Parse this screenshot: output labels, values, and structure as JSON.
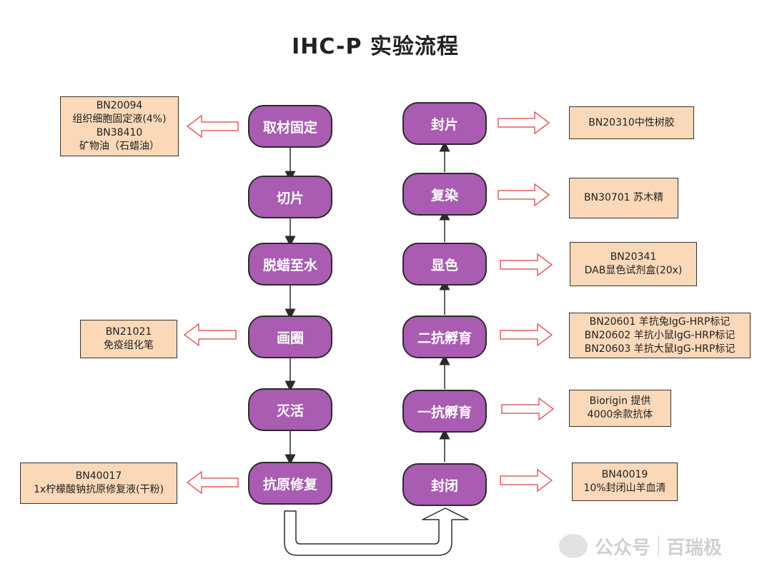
{
  "title": "IHC-P 实验流程",
  "left_steps": [
    "取材固定",
    "切片",
    "脱蜡至水",
    "画圈",
    "灭活",
    "抗原修复"
  ],
  "right_steps": [
    "封片",
    "复染",
    "显色",
    "二抗孵育",
    "一抗孵育",
    "封闭"
  ],
  "left_notes": {
    "fixation": [
      "BN20094",
      "组织细胞固定液(4%)",
      "BN38410",
      "矿物油（石蜡油）"
    ],
    "circle": [
      "BN21021",
      "免疫组化笔"
    ],
    "retrieval": [
      "BN40017",
      "1x柠檬酸钠抗原修复液(干粉)"
    ]
  },
  "right_notes": {
    "mount": [
      "BN20310中性树胶"
    ],
    "counterstain": [
      "BN30701 苏木精"
    ],
    "develop": [
      "BN20341",
      "DAB显色试剂盒(20x)"
    ],
    "secondary": [
      "BN20601 羊抗兔IgG-HRP标记",
      "BN20602 羊抗小鼠IgG-HRP标记",
      "BN20603 羊抗大鼠IgG-HRP标记"
    ],
    "primary": [
      "Biorigin 提供",
      "4000余款抗体"
    ],
    "block": [
      "BN40019",
      "10%封闭山羊血清"
    ]
  },
  "watermark": {
    "text1": "公众号",
    "text2": "百瑞极"
  },
  "colors": {
    "step_fill": "#a95cb2",
    "note_fill": "#fad8b8",
    "arrow_outline": "#e06060"
  }
}
